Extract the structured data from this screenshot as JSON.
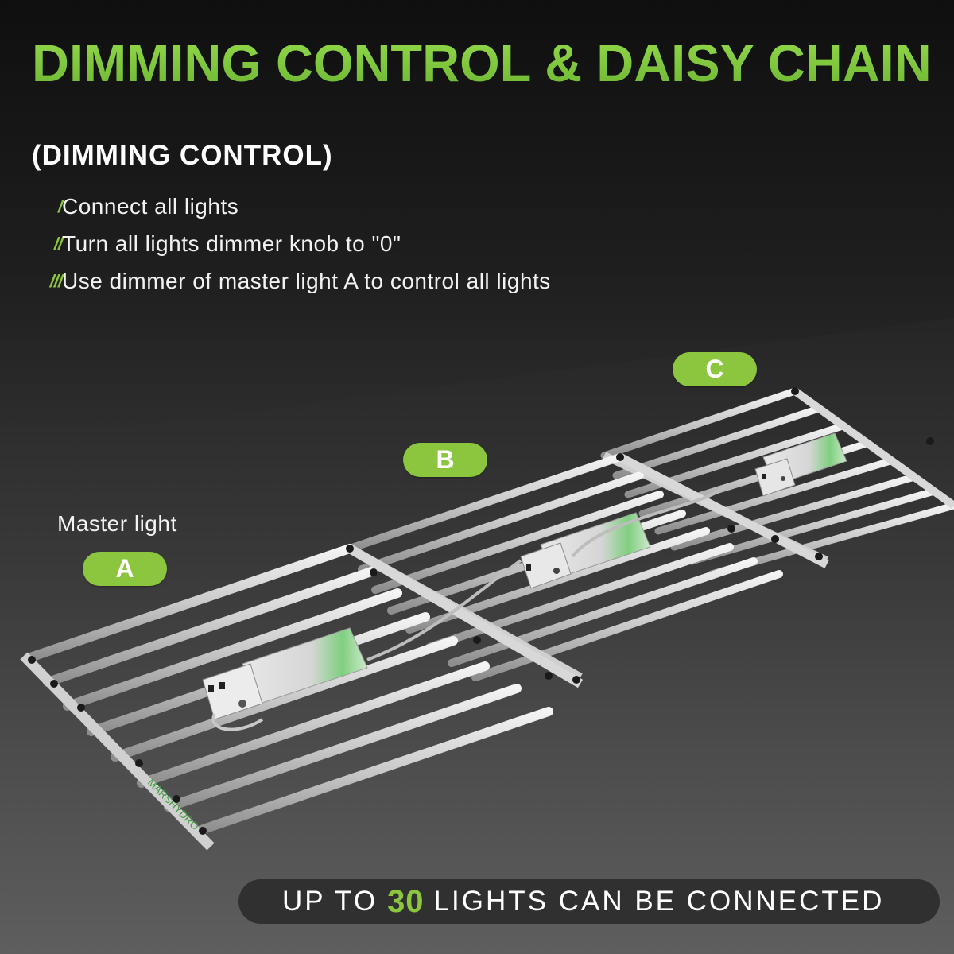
{
  "header": {
    "title": "DIMMING CONTROL & DAISY CHAIN",
    "subtitle": "(DIMMING CONTROL)"
  },
  "steps": [
    {
      "mark": "/",
      "text": "Connect all lights"
    },
    {
      "mark": "//",
      "text": "Turn all lights dimmer knob to \"0\""
    },
    {
      "mark": "///",
      "text": "Use dimmer of master light A to control all lights"
    }
  ],
  "labels": {
    "master_light": "Master light",
    "light_a": "A",
    "light_b": "B",
    "light_c": "C"
  },
  "banner": {
    "prefix": "UP TO",
    "count": "30",
    "suffix": "LIGHTS CAN BE CONNECTED"
  },
  "brand_on_frame": "MARSHYDRO",
  "colors": {
    "accent_green": "#8cc63f",
    "title_green": "#7dc63e",
    "text_white": "#ffffff",
    "background_dark": "#1c1c1c",
    "banner_bg": "#2d2d2d"
  }
}
